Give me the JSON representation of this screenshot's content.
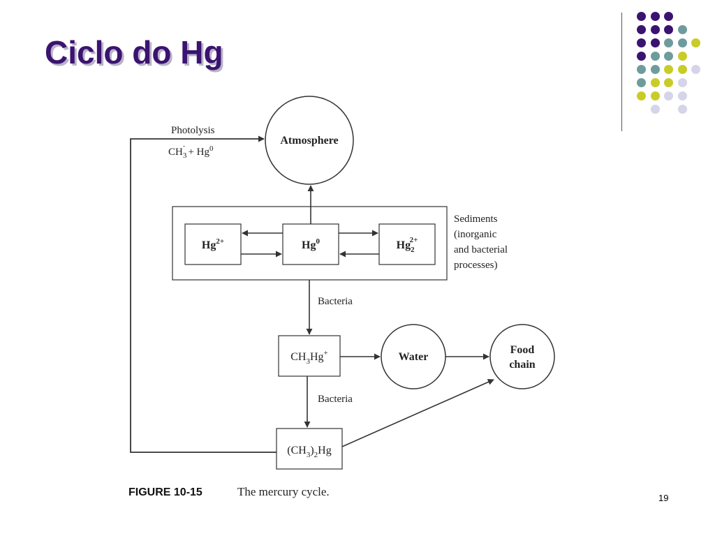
{
  "slide": {
    "title": "Ciclo do Hg",
    "slide_number": "19"
  },
  "palette": {
    "title_color": "#3b1370",
    "dot_colors": [
      "#3b1370",
      "#6e9c9c",
      "#c9cc27",
      "#d6d4e8"
    ]
  },
  "diagram": {
    "nodes": {
      "atmosphere": "Atmosphere",
      "hg2": "Hg",
      "hg2_sup": "2+",
      "hg0": "Hg",
      "hg0_sup": "0",
      "hg22": "Hg",
      "hg22_sub": "2",
      "hg22_sup": "2+",
      "ch3hg_a": "CH",
      "ch3hg_sub": "3",
      "ch3hg_b": "Hg",
      "ch3hg_sup": "+",
      "water": "Water",
      "food_line1": "Food",
      "food_line2": "chain",
      "dimethyl_a": "(CH",
      "dimethyl_sub1": "3",
      "dimethyl_b": ")",
      "dimethyl_sub2": "2",
      "dimethyl_c": "Hg"
    },
    "labels": {
      "photolysis": "Photolysis",
      "photolysis_formula_a": "CH",
      "photolysis_formula_sub": "3",
      "photolysis_formula_dot": "·",
      "photolysis_formula_b": " + Hg",
      "photolysis_formula_sup": "0",
      "sediments": [
        "Sediments",
        "(inorganic",
        "and bacterial",
        "processes)"
      ],
      "bacteria_1": "Bacteria",
      "bacteria_2": "Bacteria"
    },
    "caption": {
      "figure": "FIGURE 10-15",
      "text": "The mercury cycle."
    }
  }
}
